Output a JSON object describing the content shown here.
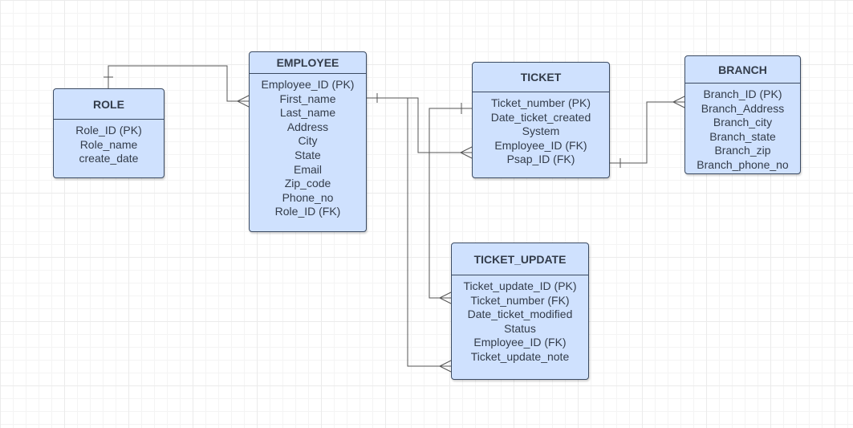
{
  "diagram": {
    "entities": [
      {
        "id": "role",
        "title": "ROLE",
        "attributes": [
          "Role_ID (PK)",
          "Role_name",
          "create_date"
        ]
      },
      {
        "id": "employee",
        "title": "EMPLOYEE",
        "attributes": [
          "Employee_ID (PK)",
          "First_name",
          "Last_name",
          "Address",
          "City",
          "State",
          "Email",
          "Zip_code",
          "Phone_no",
          "Role_ID (FK)"
        ]
      },
      {
        "id": "ticket",
        "title": "TICKET",
        "attributes": [
          "Ticket_number (PK)",
          "Date_ticket_created",
          "System",
          "Employee_ID (FK)",
          "Psap_ID (FK)"
        ]
      },
      {
        "id": "branch",
        "title": "BRANCH",
        "attributes": [
          "Branch_ID (PK)",
          "Branch_Address",
          "Branch_city",
          "Branch_state",
          "Branch_zip",
          "Branch_phone_no"
        ]
      },
      {
        "id": "ticket_update",
        "title": "TICKET_UPDATE",
        "attributes": [
          "Ticket_update_ID (PK)",
          "Ticket_number (FK)",
          "Date_ticket_modified",
          "Status",
          "Employee_ID (FK)",
          "Ticket_update_note"
        ]
      }
    ],
    "relationships": [
      {
        "from": "role",
        "from_cardinality": "one",
        "to": "employee",
        "to_cardinality": "many"
      },
      {
        "from": "employee",
        "from_cardinality": "one",
        "to": "ticket",
        "to_cardinality": "many"
      },
      {
        "from": "employee",
        "from_cardinality": "one",
        "to": "ticket_update",
        "to_cardinality": "many"
      },
      {
        "from": "ticket",
        "from_cardinality": "one",
        "to": "ticket_update",
        "to_cardinality": "many"
      },
      {
        "from": "ticket",
        "from_cardinality": "one",
        "to": "branch",
        "to_cardinality": "many"
      }
    ],
    "colors": {
      "entity_fill": "#cfe1fe",
      "entity_border": "#3b4a61",
      "connector": "#555555"
    }
  }
}
